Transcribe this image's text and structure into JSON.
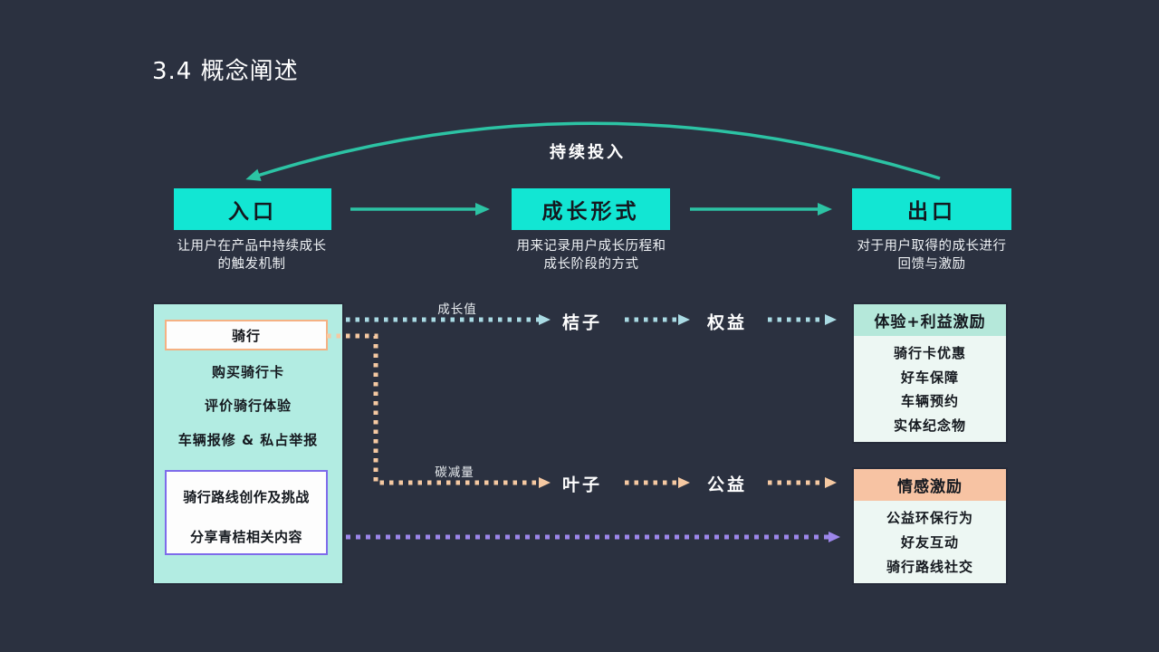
{
  "title": "3.4 概念阐述",
  "cycle": {
    "label": "持续投入"
  },
  "stages": [
    {
      "label": "入口",
      "caption": "让用户在产品中持续成长\n的触发机制"
    },
    {
      "label": "成长形式",
      "caption": "用来记录用户成长历程和\n成长阶段的方式"
    },
    {
      "label": "出口",
      "caption": "对于用户取得的成长进行\n回馈与激励"
    }
  ],
  "entry_panel": {
    "highlight_item": "骑行",
    "items": [
      "购买骑行卡",
      "评价骑行体验",
      "车辆报修 & 私占举报"
    ],
    "group_items": [
      "骑行路线创作及挑战",
      "分享青桔相关内容"
    ]
  },
  "flows": [
    {
      "metric": "成长值",
      "token": "桔子",
      "reward": "权益"
    },
    {
      "metric": "碳减量",
      "token": "叶子",
      "reward": "公益"
    }
  ],
  "reward_panels": [
    {
      "title": "体验+利益激励",
      "items": [
        "骑行卡优惠",
        "好车保障",
        "车辆预约",
        "实体纪念物"
      ]
    },
    {
      "title": "情感激励",
      "items": [
        "公益环保行为",
        "好友互动",
        "骑行路线社交"
      ]
    }
  ],
  "colors": {
    "background": "#2b3140",
    "stage_box": "#12e6d3",
    "teal_line": "#2cc3a4",
    "entry_panel": "#b2ece2",
    "highlight_border": "#f5b183",
    "group_border": "#7e6bea",
    "flow_growth_dotted": "#aadbe4",
    "flow_carbon_dotted": "#f6c9a2",
    "flow_social_dotted": "#9c86ea",
    "reward_header_benefit": "#b5e8da",
    "reward_header_emotion": "#f7c3a3",
    "reward_body": "#edf7f3"
  }
}
